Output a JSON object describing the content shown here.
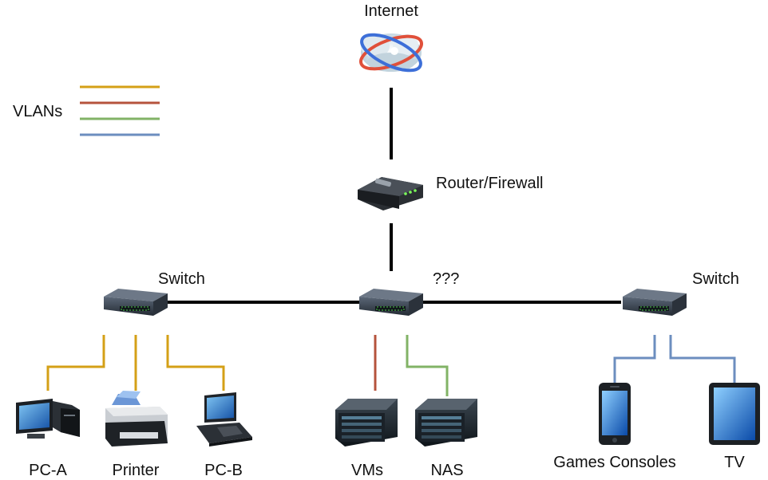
{
  "labels": {
    "internet": "Internet",
    "router": "Router/Firewall",
    "vlans": "VLANs",
    "switch_left": "Switch",
    "switch_middle": "???",
    "switch_right": "Switch",
    "pc_a": "PC-A",
    "printer": "Printer",
    "pc_b": "PC-B",
    "vms": "VMs",
    "nas": "NAS",
    "games_consoles": "Games Consoles",
    "tv": "TV"
  },
  "vlan_colors": [
    "#d4a017",
    "#b5533c",
    "#82b366",
    "#6c8ebf"
  ],
  "trunk_color": "#000000",
  "icons": {
    "internet": "cloud-globe-icon",
    "router": "router-icon",
    "switch": "network-switch-icon",
    "pc": "desktop-computer-icon",
    "printer": "printer-icon",
    "server": "server-icon",
    "phone": "smartphone-icon",
    "tablet": "tablet-icon"
  }
}
